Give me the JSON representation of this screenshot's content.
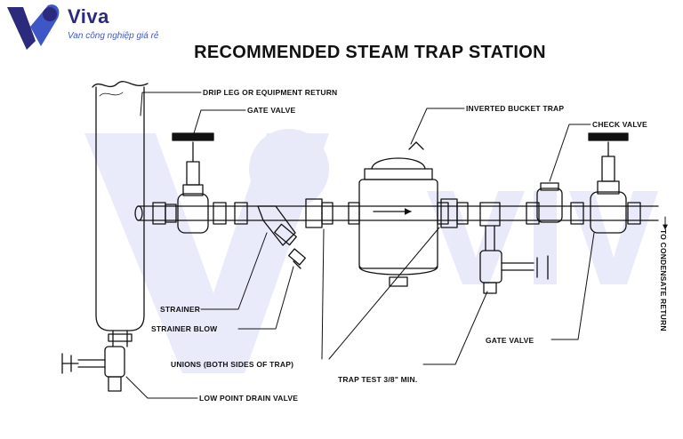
{
  "brand": {
    "name": "Viva",
    "tagline": "Van công nghiệp giá rẻ",
    "accent": "#2b2a7c",
    "accent_light": "#3d58c6"
  },
  "title": "RECOMMENDED STEAM TRAP STATION",
  "labels": {
    "drip_leg": "DRIP LEG OR EQUIPMENT RETURN",
    "gate_valve_top": "GATE VALVE",
    "inverted_bucket_trap": "INVERTED BUCKET TRAP",
    "check_valve": "CHECK VALVE",
    "strainer": "STRAINER",
    "strainer_blow": "STRAINER BLOW",
    "unions": "UNIONS (BOTH SIDES OF TRAP)",
    "trap_test": "TRAP TEST 3/8\" MIN.",
    "gate_valve_bottom": "GATE VALVE",
    "low_point_drain": "LOW POINT DRAIN VALVE",
    "to_condensate": "TO CONDENSATE RETURN"
  }
}
